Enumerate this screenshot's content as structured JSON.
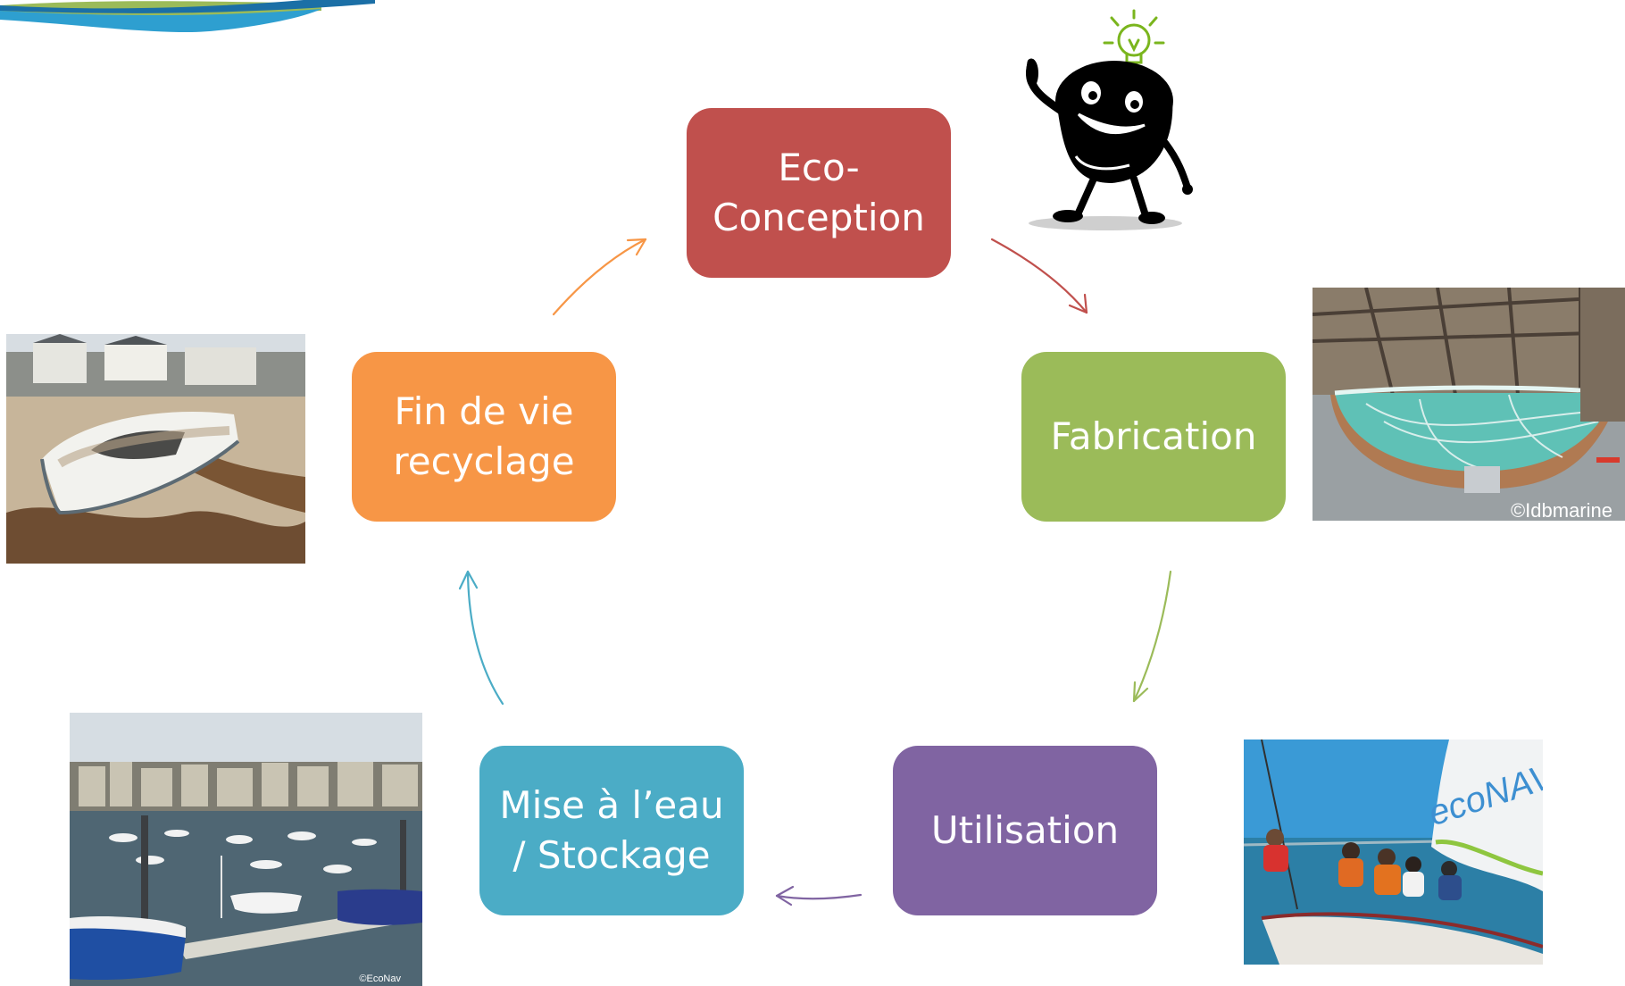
{
  "diagram": {
    "steps": [
      {
        "id": "eco-conception",
        "label": "Eco-\nConception",
        "color": "#c0504d"
      },
      {
        "id": "fabrication",
        "label": "Fabrication",
        "color": "#9bbb59"
      },
      {
        "id": "utilisation",
        "label": "Utilisation",
        "color": "#8064a2"
      },
      {
        "id": "mise-a-leau",
        "label": "Mise à l’eau\n/ Stockage",
        "color": "#4bacc6"
      },
      {
        "id": "fin-de-vie",
        "label": "Fin de vie\nrecyclage",
        "color": "#f79646"
      }
    ]
  },
  "photos": {
    "factory_credit": "©Idbmarine",
    "harbor_credit": "©EcoNav",
    "sail_text": "ecoNAV"
  }
}
